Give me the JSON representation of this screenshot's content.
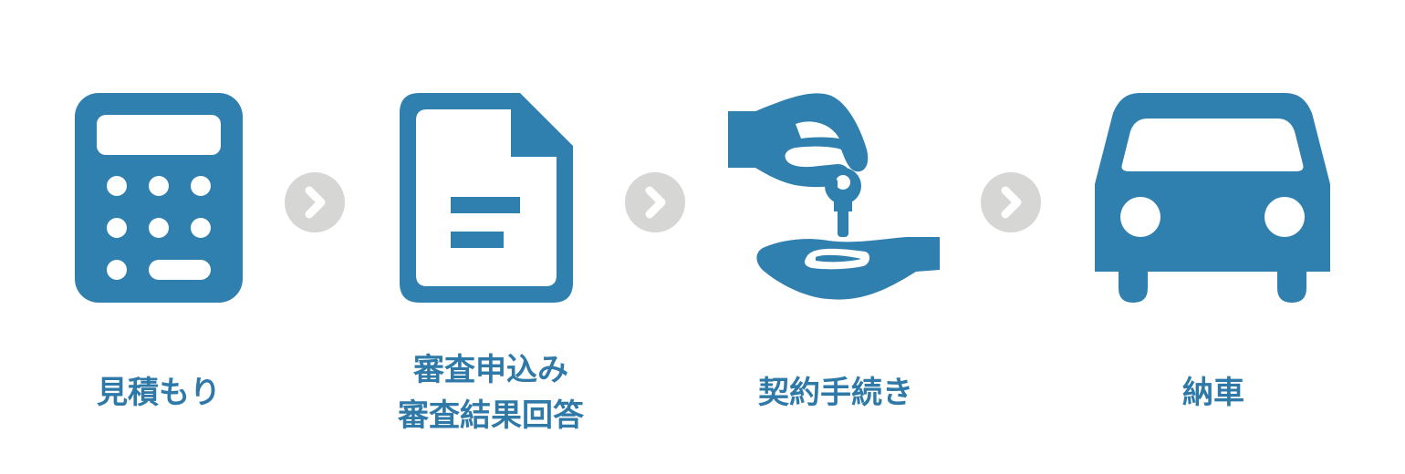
{
  "colors": {
    "icon": "#2f7faf",
    "text": "#2f79a8",
    "arrow_circle": "#d6d6d4",
    "arrow_chevron": "#ffffff"
  },
  "steps": [
    {
      "icon": "calculator-icon",
      "label_lines": [
        "見積もり"
      ]
    },
    {
      "icon": "document-icon",
      "label_lines": [
        "審査申込み",
        "審査結果回答"
      ]
    },
    {
      "icon": "hand-key-icon",
      "label_lines": [
        "契約手続き"
      ]
    },
    {
      "icon": "car-icon",
      "label_lines": [
        "納車"
      ]
    }
  ],
  "arrows": [
    {
      "icon": "chevron-right-icon"
    },
    {
      "icon": "chevron-right-icon"
    },
    {
      "icon": "chevron-right-icon"
    }
  ]
}
